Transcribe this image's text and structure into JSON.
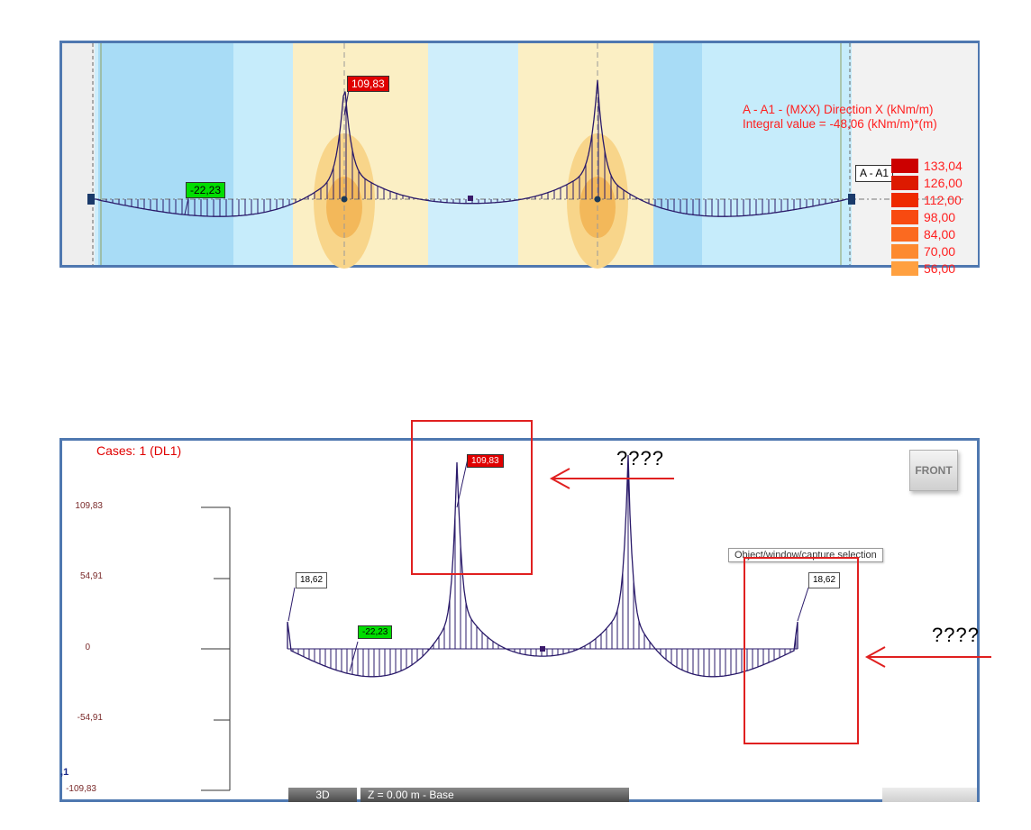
{
  "top_panel": {
    "result_title": "A - A1 - (MXX) Direction X (kNm/m)",
    "integral_value": "Integral value = -48,06 (kNm/m)*(m)",
    "max_label": "109,83",
    "min_label": "-22,23",
    "section_tag": "A - A1",
    "legend": [
      {
        "value": "133,04",
        "color": "#cc0000"
      },
      {
        "value": "126,00",
        "color": "#dd1a00"
      },
      {
        "value": "112,00",
        "color": "#ee2a00"
      },
      {
        "value": "98,00",
        "color": "#f84a10"
      },
      {
        "value": "84,00",
        "color": "#fb6a20"
      },
      {
        "value": "70,00",
        "color": "#fd8a30"
      },
      {
        "value": "56,00",
        "color": "#ffa040"
      }
    ]
  },
  "bottom_panel": {
    "cases_label": "Cases: 1 (DL1)",
    "axis_labels": [
      "109,83",
      "54,91",
      "0",
      "-54,91",
      "-109,83"
    ],
    "max_label": "109,83",
    "min_label": "-22,23",
    "left_end_label": "18,62",
    "right_end_label": "18,62",
    "view_cube_label": "FRONT",
    "tooltip": "Object/window/capture selection",
    "mode_tag": "1",
    "view_3d_label": "3D",
    "level_label": "Z = 0.00 m - Base"
  },
  "annotations": {
    "question_marks": "????"
  },
  "colors": {
    "panel_border": "#4f78b0",
    "diagram_line": "#2a1a6a",
    "annotation_red": "#e02020"
  }
}
